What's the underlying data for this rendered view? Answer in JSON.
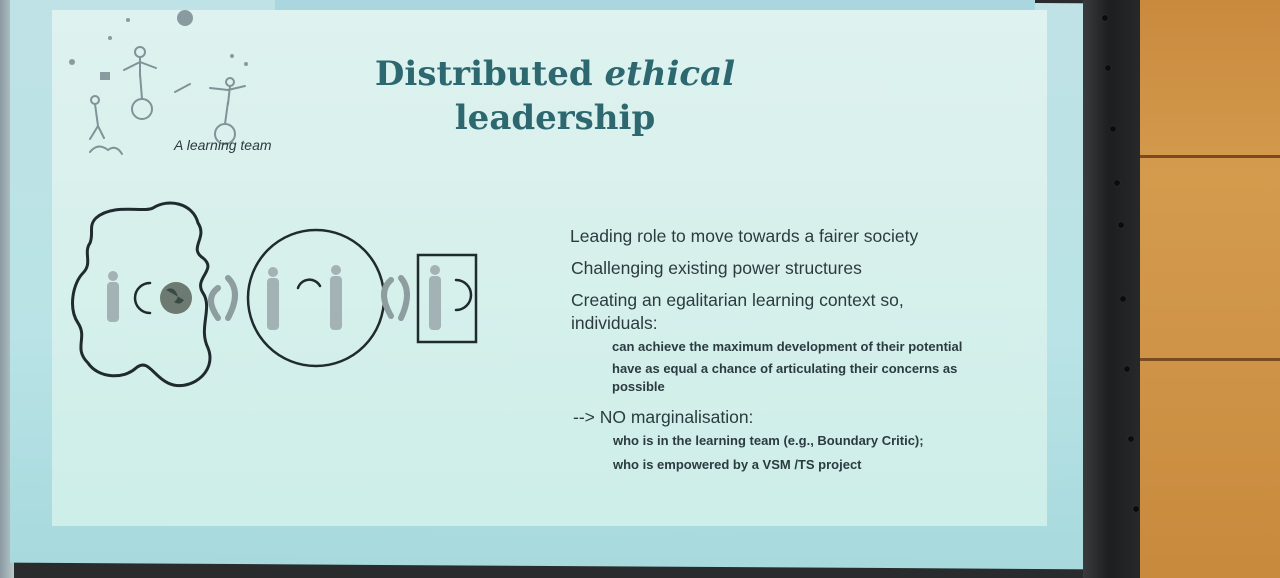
{
  "slide": {
    "title_part1": "Distributed ",
    "title_italic": "ethical",
    "title_part2": "leadership",
    "image_caption": "A learning team",
    "bullets": [
      "Leading role to move towards a fairer society",
      "Challenging existing power structures",
      "Creating an egalitarian learning context so,",
      "individuals:"
    ],
    "sub_bullets_1": [
      "can achieve the maximum development of their potential",
      "have as equal a chance of articulating their concerns as",
      "possible"
    ],
    "arrow_item": "--> NO marginalisation:",
    "sub_bullets_2": [
      "who is in the learning team (e.g., Boundary Critic);",
      "who is empowered by a VSM /TS project"
    ]
  },
  "colors": {
    "title": "#2d6770",
    "slide_background": "#d9f1ed",
    "projector_border": "#b9e3e6",
    "frame": "#1d1e20",
    "wood": "#cf9448"
  },
  "icons": [
    "juggling-figures-icon",
    "globe-icon",
    "person-icon",
    "cycle-arrow-icon"
  ]
}
